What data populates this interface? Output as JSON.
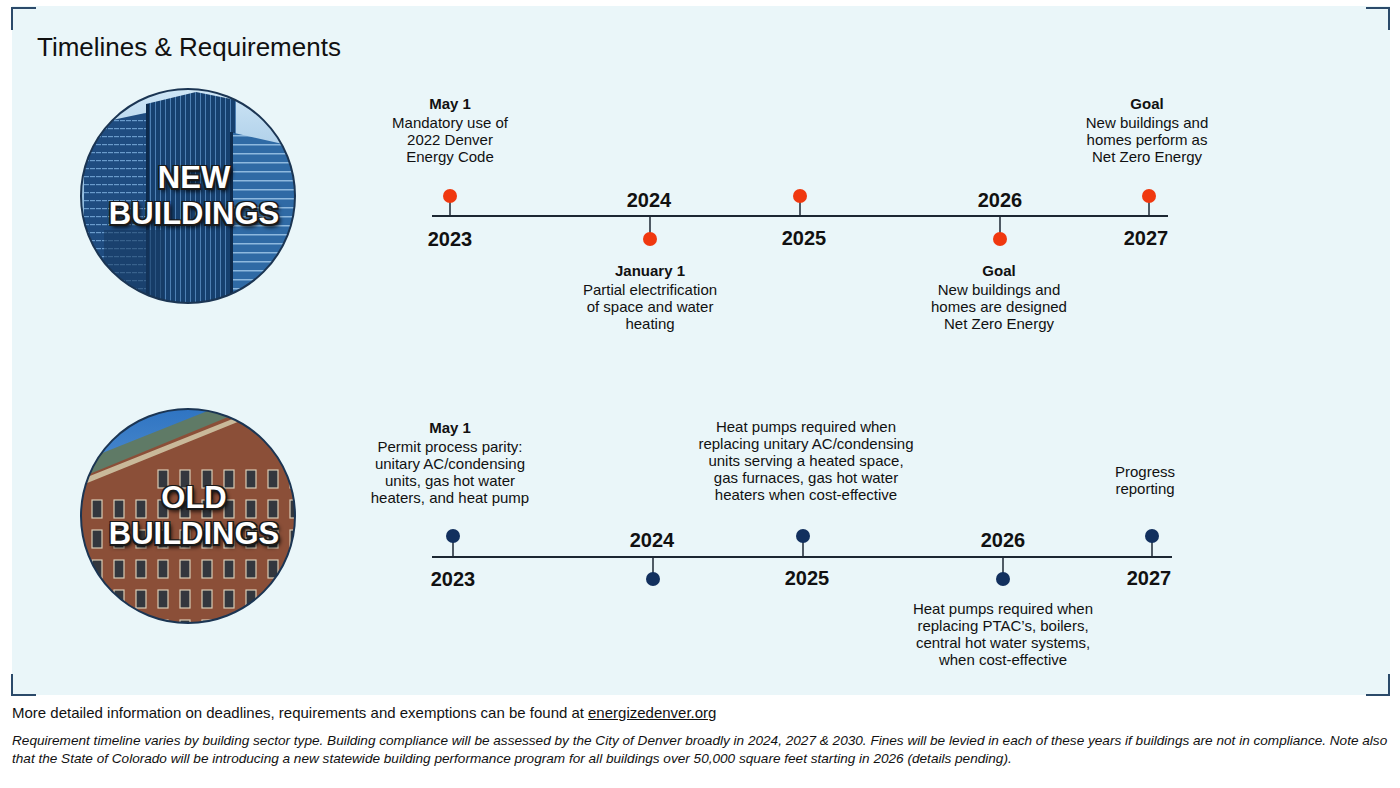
{
  "diagram": {
    "title": "Timelines & Requirements",
    "caption": "More detailed information on deadlines, requirements and exemptions can be found at",
    "nodes": [
      {
        "text": [
          "NEW BUILDINGS"
        ]
      },
      {
        "text": [
          "OLD BUILDINGS"
        ]
      }
    ],
    "labels": [
      "May 1",
      "Mandatory use of 2022 Denver Energy Code",
      "2023",
      "2024",
      "January 1",
      "Partial electrification of space and water heating",
      "2025",
      "2026",
      "Goal",
      "New buildings and homes are designed Net Zero Energy",
      "Goal",
      "New buildings and homes perform as Net Zero Energy",
      "2027",
      "May 1",
      "Permit process parity: unitary AC/condensing units, gas hot water heaters, and heat pump",
      "2023",
      "2024",
      "Heat pumps required when replacing unitary AC/condensing units serving a heated space, gas furnaces, gas hot water heaters when cost-effective",
      "2025",
      "2026",
      "Heat pumps required when replacing PTAC’s, boilers, central hot water systems, when cost-effective",
      "Progress reporting",
      "2027",
      "energizedenver.org",
      "Requirement timeline varies by building sector type. Building compliance will be assessed by the City of Denver broadly in 2024, 2027 & 2030. Fines will be levied in each of these years if buildings are not in compliance. Note also that the State of Colorado will be introducing a new statewide building performance program for all buildings over 50,000 square feet starting in 2026 (details pending)."
    ]
  }
}
